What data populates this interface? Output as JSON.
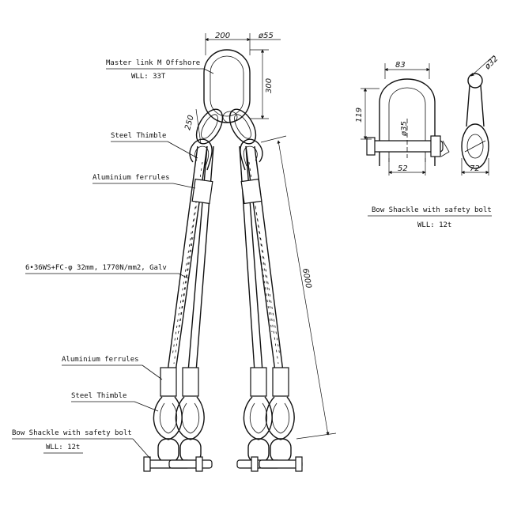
{
  "labels": {
    "master_link": "Master link M Offshore",
    "master_wll": "WLL: 33T",
    "steel_thimble_top": "Steel Thimble",
    "aluminium_ferrules_top": "Aluminium ferrules",
    "wire_spec": "6•36WS+FC-φ 32mm, 1770N/mm2, Galv",
    "aluminium_ferrules_bottom": "Aluminium ferrules",
    "steel_thimble_bottom": "Steel Thimble",
    "bow_shackle_left": "Bow Shackle with safety bolt",
    "bow_shackle_left_wll": "WLL: 12t",
    "bow_shackle_detail": "Bow Shackle with safety bolt",
    "bow_shackle_detail_wll": "WLL: 12t"
  },
  "dimensions": {
    "master_width": "200",
    "master_dia": "ø55",
    "master_height": "300",
    "intermediate": "250",
    "length": "6000",
    "shackle_top_width": "83",
    "shackle_pin_dia": "ø32",
    "shackle_height": "119",
    "shackle_bolt_dia": "ø35",
    "shackle_inner_width": "52",
    "shackle_side_width": "72"
  }
}
